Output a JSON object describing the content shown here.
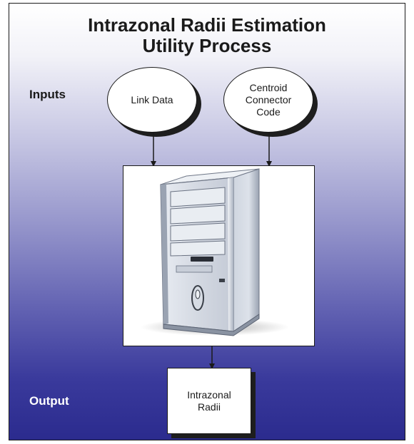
{
  "title": {
    "line1": "Intrazonal Radii Estimation",
    "line2": "Utility Process"
  },
  "labels": {
    "inputs": "Inputs",
    "output": "Output"
  },
  "inputs": [
    {
      "lines": [
        "Link Data"
      ]
    },
    {
      "lines": [
        "Centroid",
        "Connector",
        "Code"
      ]
    }
  ],
  "process": {
    "icon": "desktop-tower-computer-icon"
  },
  "output_node": {
    "lines": [
      "Intrazonal",
      "Radii"
    ]
  },
  "colors": {
    "background_top": "#ffffff",
    "background_bottom": "#2b2b8e",
    "border": "#1a1a1a",
    "shadow": "#1e1e1e"
  }
}
